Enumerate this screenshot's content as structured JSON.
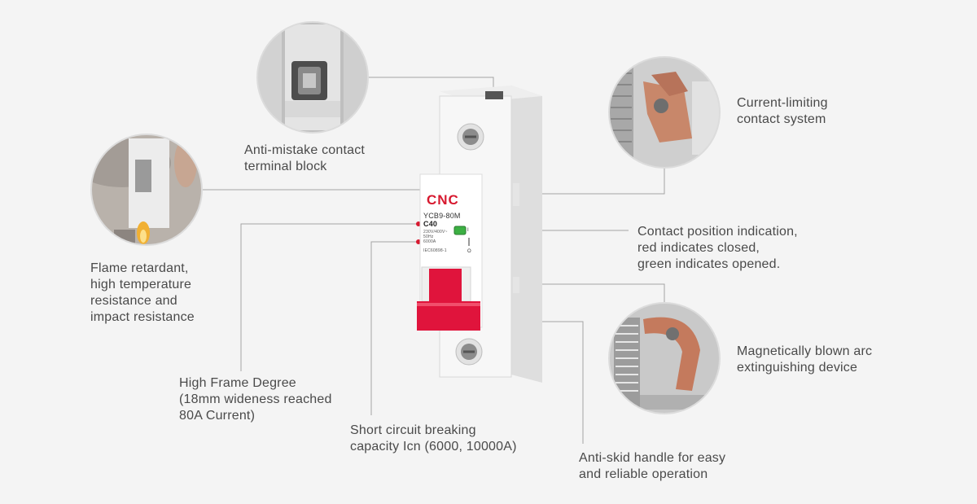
{
  "callouts": {
    "anti_mistake": [
      "Anti-mistake contact",
      "terminal block"
    ],
    "current_limiting": [
      "Current-limiting",
      "contact system"
    ],
    "flame_retardant": [
      "Flame retardant,",
      "high temperature",
      "resistance and",
      "impact resistance"
    ],
    "contact_position": [
      "Contact position indication,",
      "red indicates closed,",
      "green indicates opened."
    ],
    "magnetic_arc": [
      "Magnetically blown arc",
      "extinguishing device"
    ],
    "frame_degree": [
      "High Frame Degree",
      "(18mm wideness reached",
      "80A Current)"
    ],
    "short_circuit": [
      "Short circuit breaking",
      "capacity Icn (6000, 10000A)"
    ],
    "anti_skid": [
      "Anti-skid handle for easy",
      "and reliable operation"
    ]
  },
  "breaker": {
    "brand": "CNC",
    "model": "YCB9-80M",
    "rating": "C40",
    "spec_1": "230V/400V~",
    "spec_2": "50Hz",
    "spec_3": "6000A",
    "standard": "IEC60898-1",
    "marking_on": "I",
    "marking_off": "O"
  },
  "colors": {
    "brand_red": "#d7192f",
    "handle_red": "#e0143c",
    "indicator_green": "#3cb043",
    "leader_line": "#9a9a9a",
    "text": "#4a4a4a"
  }
}
